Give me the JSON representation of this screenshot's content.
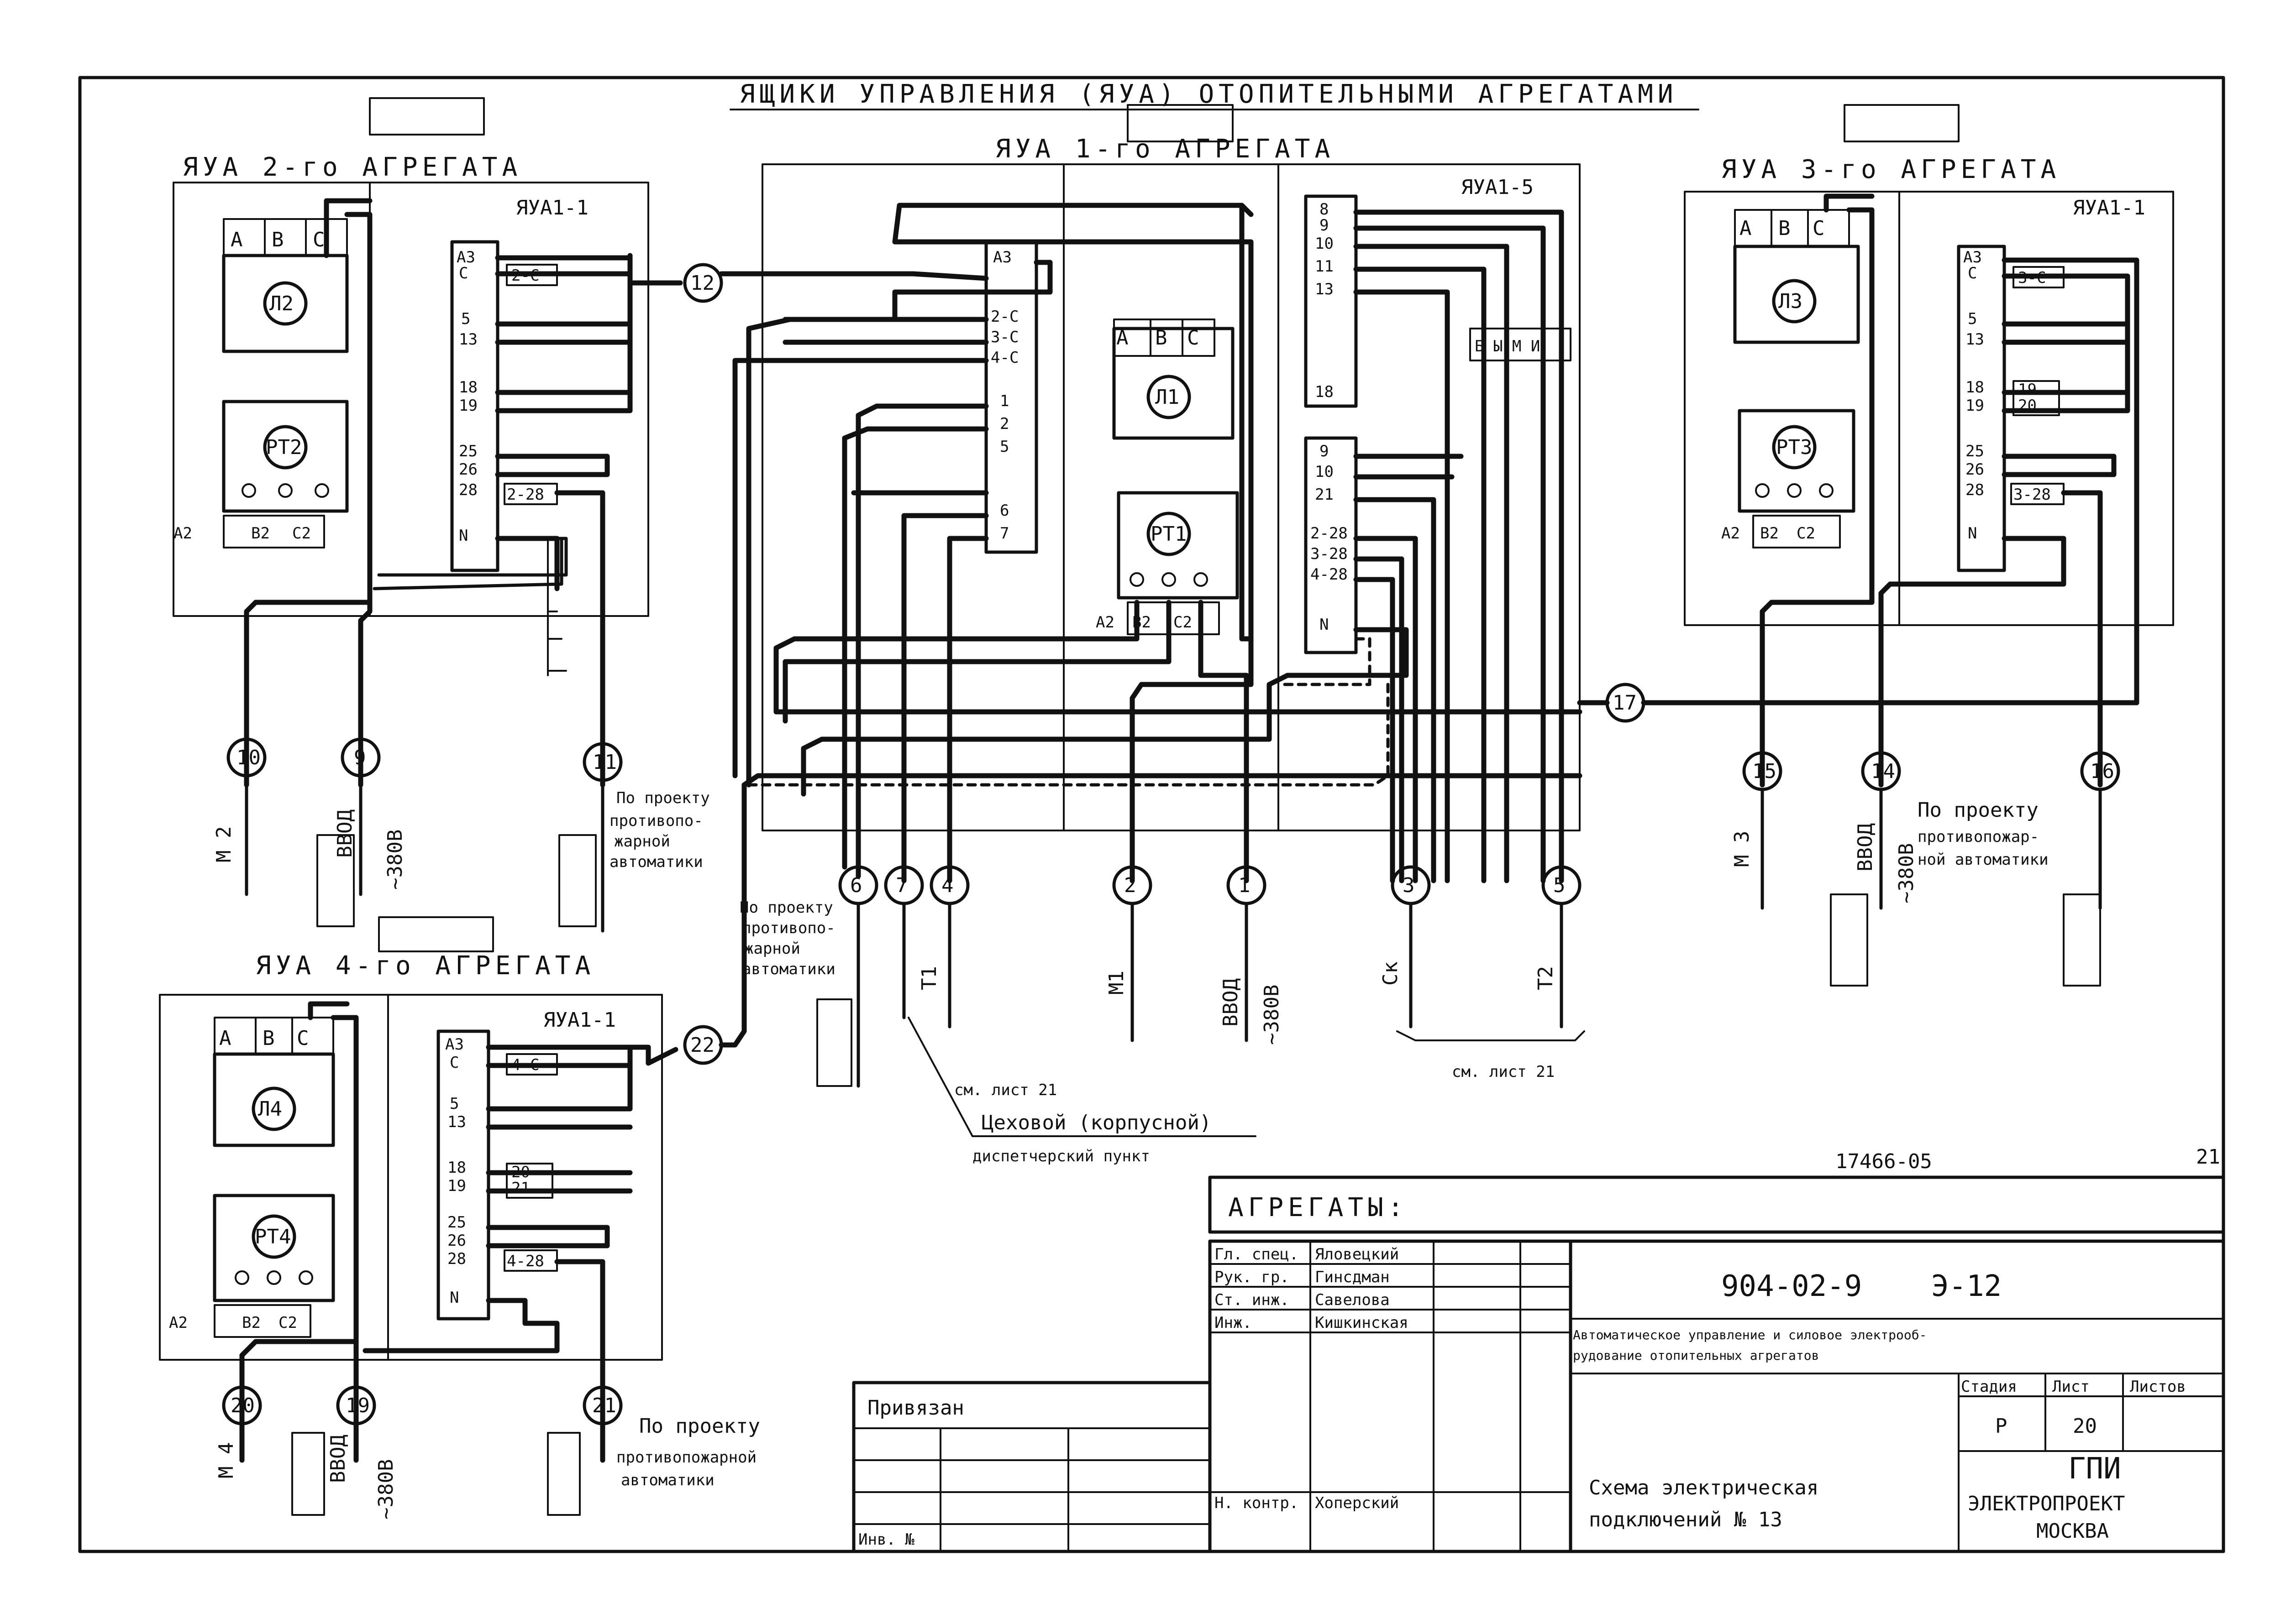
{
  "title": "ЯЩИКИ УПРАВЛЕНИЯ (ЯУА) ОТОПИТЕЛЬНЫМИ АГРЕГАТАМИ",
  "unit2": {
    "title": "ЯУА 2-го АГРЕГАТА",
    "cab": "ЯУА1-1",
    "lamp": "Л2",
    "relay": "РТ2",
    "inputs": [
      "А",
      "В",
      "С"
    ],
    "outputs": [
      "А2",
      "В2",
      "С2"
    ],
    "terms1": [
      "А3",
      "С"
    ],
    "jumper1": "2-С",
    "terms2": [
      "5",
      "13"
    ],
    "terms3": [
      "18",
      "19"
    ],
    "terms4": [
      "25",
      "26",
      "28"
    ],
    "jumper4": "2-28",
    "neutral": "N"
  },
  "unit3": {
    "title": "ЯУА 3-го АГРЕГАТА",
    "cab": "ЯУА1-1",
    "lamp": "Л3",
    "relay": "РТ3",
    "inputs": [
      "А",
      "В",
      "С"
    ],
    "outputs": [
      "А2",
      "В2",
      "С2"
    ],
    "terms1": [
      "А3",
      "С"
    ],
    "jumper1": "3-С",
    "terms2": [
      "5",
      "13"
    ],
    "terms3": [
      "18",
      "19"
    ],
    "jumper3": [
      "19",
      "20"
    ],
    "terms4": [
      "25",
      "26",
      "28"
    ],
    "jumper4": "3-28",
    "neutral": "N"
  },
  "unit4": {
    "title": "ЯУА 4-го АГРЕГАТА",
    "cab": "ЯУА1-1",
    "lamp": "Л4",
    "relay": "РТ4",
    "inputs": [
      "А",
      "В",
      "С"
    ],
    "outputs": [
      "А2",
      "В2",
      "С2"
    ],
    "terms1": [
      "А3",
      "С"
    ],
    "jumper1": "4-С",
    "terms2": [
      "5",
      "13"
    ],
    "terms3": [
      "18",
      "19"
    ],
    "jumper3": [
      "20",
      "21"
    ],
    "terms4": [
      "25",
      "26",
      "28"
    ],
    "jumper4": "4-28",
    "neutral": "N"
  },
  "unit1": {
    "title": "ЯУА 1-го АГРЕГАТА",
    "cab": "ЯУА1-5",
    "lamp": "Л1",
    "relay": "РТ1",
    "inputs": [
      "А",
      "В",
      "С"
    ],
    "outputs": [
      "А2",
      "В2",
      "С2"
    ],
    "termsA": [
      "А3",
      "2-С",
      "3-С",
      "4-С",
      "1",
      "2",
      "5",
      "6",
      "7"
    ],
    "termsB": [
      "8",
      "9",
      "10",
      "11",
      "13",
      "18"
    ],
    "termsC": [
      "9",
      "10",
      "21",
      "2-28",
      "3-28",
      "4-28",
      "N"
    ],
    "relays": "Б Ы М И"
  },
  "circles": [
    "12",
    "17",
    "22",
    "10",
    "9",
    "11",
    "15",
    "14",
    "16",
    "6",
    "7",
    "4",
    "2",
    "1",
    "3",
    "5",
    "20",
    "19",
    "21"
  ],
  "cables": {
    "m2": "М 2",
    "m3": "М 3",
    "m4": "М 4",
    "m1": "М1",
    "t1": "Т1",
    "t2": "Т2",
    "sk": "Ск",
    "vvod": "ВВОД",
    "v380": "~380В"
  },
  "notes": {
    "fire1": "По проекту",
    "fire1b": "противопо-",
    "fire1c": "жарной",
    "fire1d": "автоматики",
    "fire2": "По проекту",
    "fire2b": "противопожар-",
    "fire2c": "ной автоматики",
    "fire3": "По проекту",
    "fire3b": "противопожарной",
    "fire3c": "автоматики",
    "fire4": "По проекту",
    "fire4b": "противопо-",
    "fire4c": "жарной",
    "fire4d": "автоматики",
    "list21a": "см. лист 21",
    "list21b": "см. лист 21",
    "disp1": "Цеховой (корпусной)",
    "disp2": "диспетчерский пункт"
  },
  "stamp": {
    "docnum": "17466-05",
    "sheetcorner": "21",
    "object": "АГРЕГАТЫ:",
    "code": "904-02-9",
    "mark": "Э-12",
    "roles": [
      "Гл. спец.",
      "Рук. гр.",
      "Ст. инж.",
      "Инж."
    ],
    "names": [
      "Яловецкий",
      "Гинсдман",
      "Савелова",
      "Кишкинская"
    ],
    "nkontr": "Н. контр.",
    "nkname": "Хоперский",
    "desc1": "Автоматическое управление и силовое электрооб-",
    "desc2": "рудование отопительных агрегатов",
    "stage_h": "Стадия",
    "sheet_h": "Лист",
    "sheets_h": "Листов",
    "stage": "Р",
    "sheet": "20",
    "title1": "Схема электрическая",
    "title2": "подключений № 13",
    "org1": "ГПИ",
    "org2": "ЭЛЕКТРОПРОЕКТ",
    "org3": "МОСКВА",
    "bound": "Привязан",
    "inv": "Инв. №"
  }
}
